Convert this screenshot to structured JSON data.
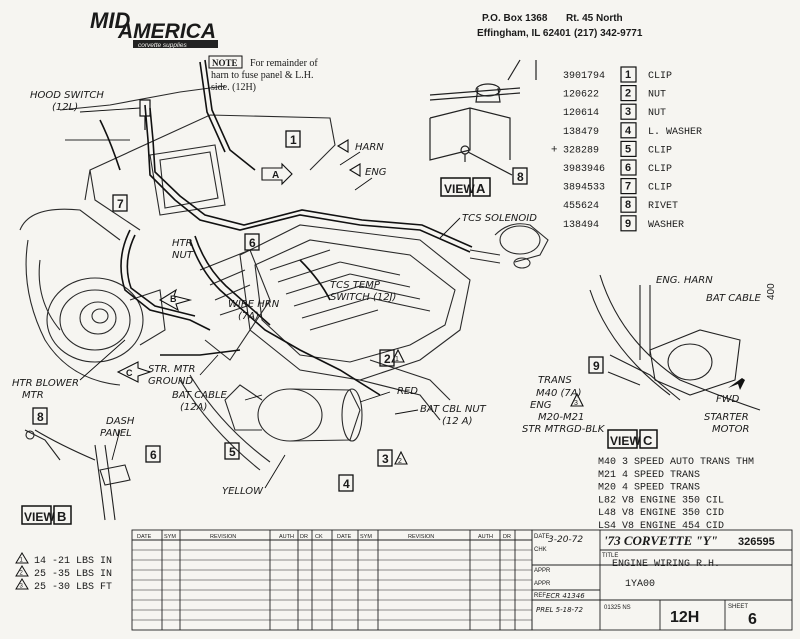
{
  "header": {
    "logo_top": "MID",
    "logo_bottom": "AMERICA",
    "logo_tagline": "corvette supplies",
    "po_box": "P.O. Box 1368",
    "route": "Rt. 45 North",
    "city": "Effingham, IL 62401",
    "phone": "(217) 342-9771"
  },
  "note": {
    "tag": "NOTE",
    "line1": "For remainder of",
    "line2": "harn to fuse panel & L.H.",
    "line3": "side. (12H)"
  },
  "parts": [
    {
      "number": "3901794",
      "ref": "1",
      "name": "CLIP",
      "prefix": ""
    },
    {
      "number": "120622",
      "ref": "2",
      "name": "NUT",
      "prefix": ""
    },
    {
      "number": "120614",
      "ref": "3",
      "name": "NUT",
      "prefix": ""
    },
    {
      "number": "138479",
      "ref": "4",
      "name": "L. WASHER",
      "prefix": ""
    },
    {
      "number": "328289",
      "ref": "5",
      "name": "CLIP",
      "prefix": "+"
    },
    {
      "number": "3983946",
      "ref": "6",
      "name": "CLIP",
      "prefix": ""
    },
    {
      "number": "3894533",
      "ref": "7",
      "name": "CLIP",
      "prefix": ""
    },
    {
      "number": "455624",
      "ref": "8",
      "name": "RIVET",
      "prefix": ""
    },
    {
      "number": "138494",
      "ref": "9",
      "name": "WASHER",
      "prefix": ""
    }
  ],
  "labels": {
    "hood_switch": "HOOD SWITCH",
    "hood_switch_ref": "(12L)",
    "harn": "HARN",
    "eng": "ENG",
    "tcs_solenoid": "TCS SOLENOID",
    "htr_nut": "HTR",
    "htr_nut2": "NUT",
    "wire_harn": "WIRE HRN",
    "wire_harn_ref": "(7A)",
    "tcs_temp": "TCS TEMP",
    "tcs_temp2": "SWITCH (12J)",
    "htr_blower": "HTR BLOWER",
    "htr_blower2": "MTR",
    "str_mtr": "STR. MTR",
    "str_mtr2": "GROUND",
    "bat_cable": "BAT CABLE",
    "bat_cable_ref": "(12A)",
    "red": "RED",
    "bat_cbl_nut": "BAT CBL NUT",
    "bat_cbl_nut_ref": "(12 A)",
    "yellow": "YELLOW",
    "dash": "DASH",
    "panel": "PANEL",
    "eng_harn": "ENG. HARN",
    "bat_cable_c": "BAT CABLE",
    "trans": "TRANS",
    "trans_ref": "M40 (7A)",
    "eng_c": "ENG",
    "m20_m21": "M20-M21",
    "str_mtr_gd": "STR MTRGD-BLK",
    "fwd": "FWD",
    "starter": "STARTER",
    "motor": "MOTOR",
    "side_number": "400"
  },
  "views": {
    "a_word": "VIEW",
    "a_letter": "A",
    "b_word": "VIEW",
    "b_letter": "B",
    "c_word": "VIEW",
    "c_letter": "C"
  },
  "callouts": {
    "one": "1",
    "two": "2",
    "three": "3",
    "four": "4",
    "five": "5",
    "six": "6",
    "seven": "7",
    "eight": "8",
    "nine": "9",
    "a": "A",
    "b": "B",
    "c": "C"
  },
  "options": [
    "M40 3 SPEED AUTO TRANS THM",
    "M21 4 SPEED TRANS",
    "M20 4 SPEED TRANS",
    "L82 V8 ENGINE 350 CIL",
    "L48 V8 ENGINE 350 CID",
    "LS4 V8 ENGINE 454 CID"
  ],
  "torque": [
    {
      "sym": "1",
      "value": "14 -21  LBS IN"
    },
    {
      "sym": "2",
      "value": "25 -35  LBS IN"
    },
    {
      "sym": "3",
      "value": "25 -30  LBS FT"
    }
  ],
  "revision_table": {
    "headers_left": [
      "DATE",
      "SYM",
      "REVISION",
      "AUTH",
      "DR",
      "CK"
    ],
    "headers_right": [
      "DATE",
      "SYM",
      "REVISION",
      "AUTH",
      "DR"
    ]
  },
  "title_block": {
    "date_label": "DATE",
    "date_value": "3-20-72",
    "checked": "CHK",
    "appr1": "APPR",
    "appr2": "APPR",
    "title_label": "TITLE",
    "model": "'73 CORVETTE \"Y\"",
    "drawing_number": "326595",
    "title_line1": "ENGINE WIRING R.H.",
    "title_line2": "1YA00",
    "ref_label": "REF",
    "ref_value": "ECR 41346",
    "prel": "PREL 5-18-72",
    "sht_code": "01325 NS",
    "section": "12H",
    "sheet_label": "SHEET",
    "sheet_value": "6"
  }
}
